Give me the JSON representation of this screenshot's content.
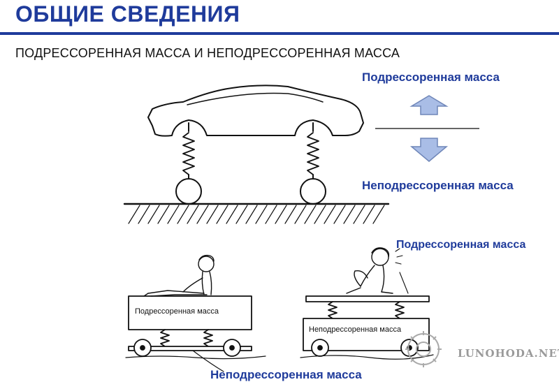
{
  "header": {
    "title": "ОБЩИЕ СВЕДЕНИЯ",
    "subtitle": "ПОДРЕССОРЕННАЯ МАССА И НЕПОДРЕССОРЕННАЯ МАССА"
  },
  "car_diagram": {
    "sprung_label": "Подрессоренная масса",
    "unsprung_label": "Неподрессоренная масса"
  },
  "carts_diagram": {
    "left_box_label": "Подрессоренная масса",
    "right_box_label": "Неподрессоренная масса",
    "sprung_label": "Подрессоренная масса",
    "unsprung_label": "Неподрессоренная масса"
  },
  "watermark": {
    "text": "LUNOHODA.NET"
  },
  "colors": {
    "accent": "#1f3b9b",
    "arrow_fill": "#a9bde6",
    "arrow_stroke": "#6f86b8"
  }
}
